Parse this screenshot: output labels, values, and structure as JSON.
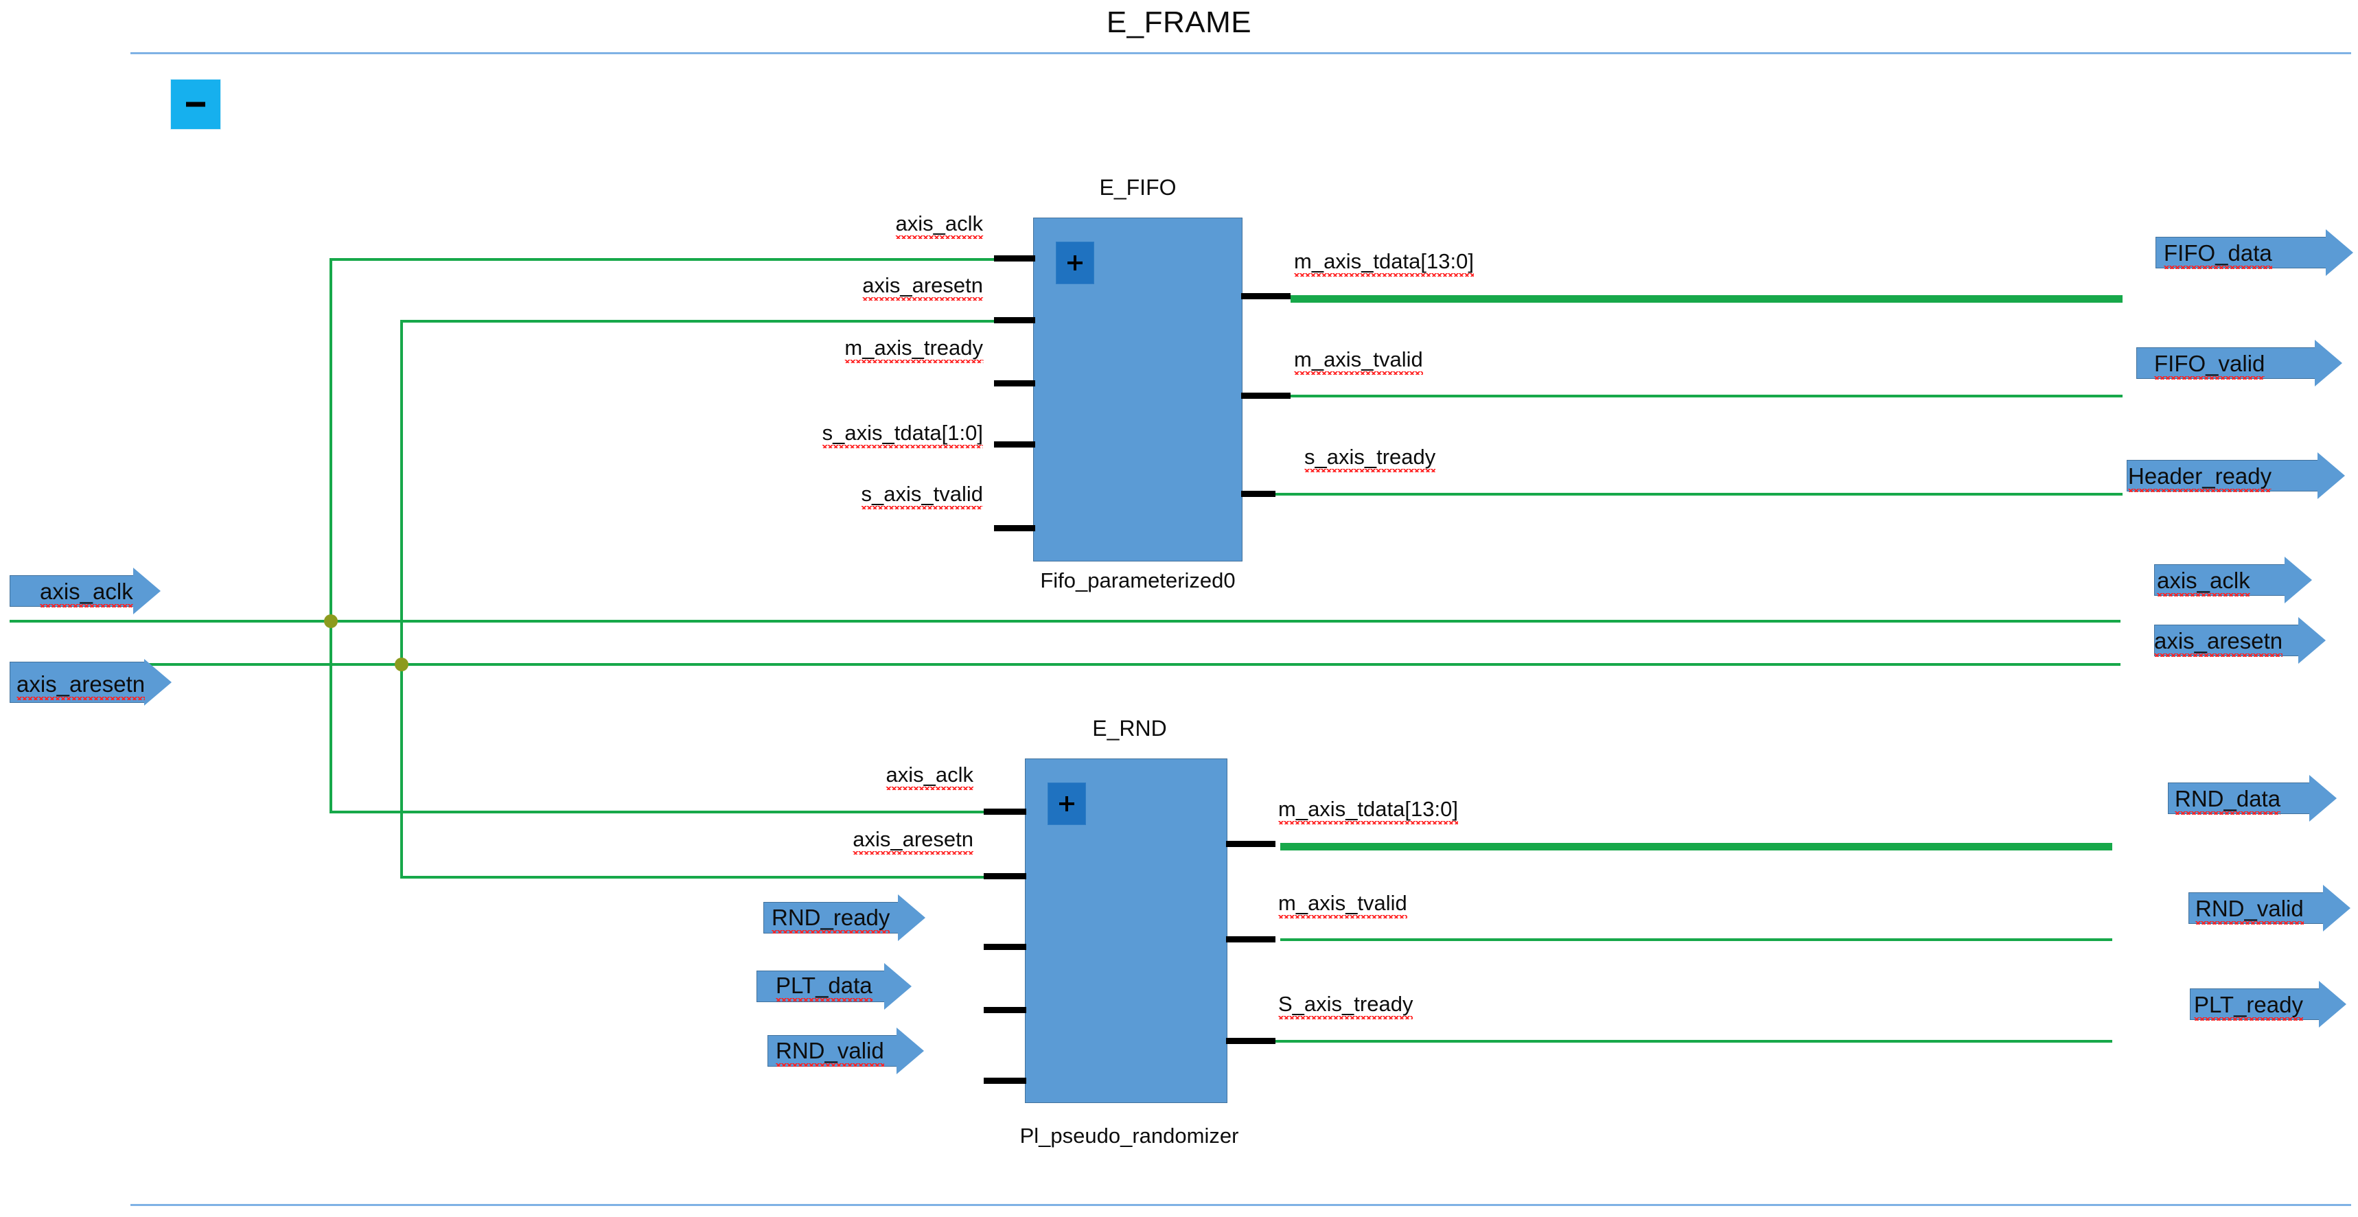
{
  "header": {
    "title": "E_FRAME",
    "divider_color": "#7FB2E5"
  },
  "toolbar": {
    "collapse_button_label": "-",
    "collapse_button_color": "#16B0EE"
  },
  "colors": {
    "block_fill": "#5B9BD5",
    "block_border": "#41719C",
    "expand_box": "#1F72C0",
    "wire": "#17A84A",
    "junction": "#8C9B1E",
    "pin": "#000000",
    "spellcheck": "#FF2020"
  },
  "modules": [
    {
      "name": "E_FIFO",
      "caption": "Fifo_parameterized0",
      "expand_label": "+",
      "inputs": [
        {
          "label": "axis_aclk"
        },
        {
          "label": "axis_aresetn"
        },
        {
          "label": "m_axis_tready"
        },
        {
          "label": "s_axis_tdata[1:0]"
        },
        {
          "label": "s_axis_tvalid"
        }
      ],
      "outputs": [
        {
          "label": "m_axis_tdata[13:0]",
          "bus": true
        },
        {
          "label": "m_axis_tvalid",
          "bus": false
        },
        {
          "label": "s_axis_tready",
          "bus": false
        }
      ]
    },
    {
      "name": "E_RND",
      "caption": "Pl_pseudo_randomizer",
      "expand_label": "+",
      "inputs": [
        {
          "label": "axis_aclk"
        },
        {
          "label": "axis_aresetn"
        },
        {
          "label": "RND_ready"
        },
        {
          "label": "PLT_data"
        },
        {
          "label": "RND_valid"
        }
      ],
      "outputs": [
        {
          "label": "m_axis_tdata[13:0]",
          "bus": true
        },
        {
          "label": "m_axis_tvalid",
          "bus": false
        },
        {
          "label": "S_axis_tready",
          "bus": false
        }
      ]
    }
  ],
  "external_ports": {
    "inputs": [
      {
        "label": "axis_aclk"
      },
      {
        "label": "axis_aresetn"
      }
    ],
    "outputs": [
      {
        "label": "FIFO_data"
      },
      {
        "label": "FIFO_valid"
      },
      {
        "label": "Header_ready"
      },
      {
        "label": "axis_aclk"
      },
      {
        "label": "axis_aresetn"
      },
      {
        "label": "RND_data"
      },
      {
        "label": "RND_valid"
      },
      {
        "label": "PLT_ready"
      }
    ]
  },
  "internal_port_arrows": [
    {
      "label": "RND_ready"
    },
    {
      "label": "PLT_data"
    },
    {
      "label": "RND_valid"
    }
  ]
}
